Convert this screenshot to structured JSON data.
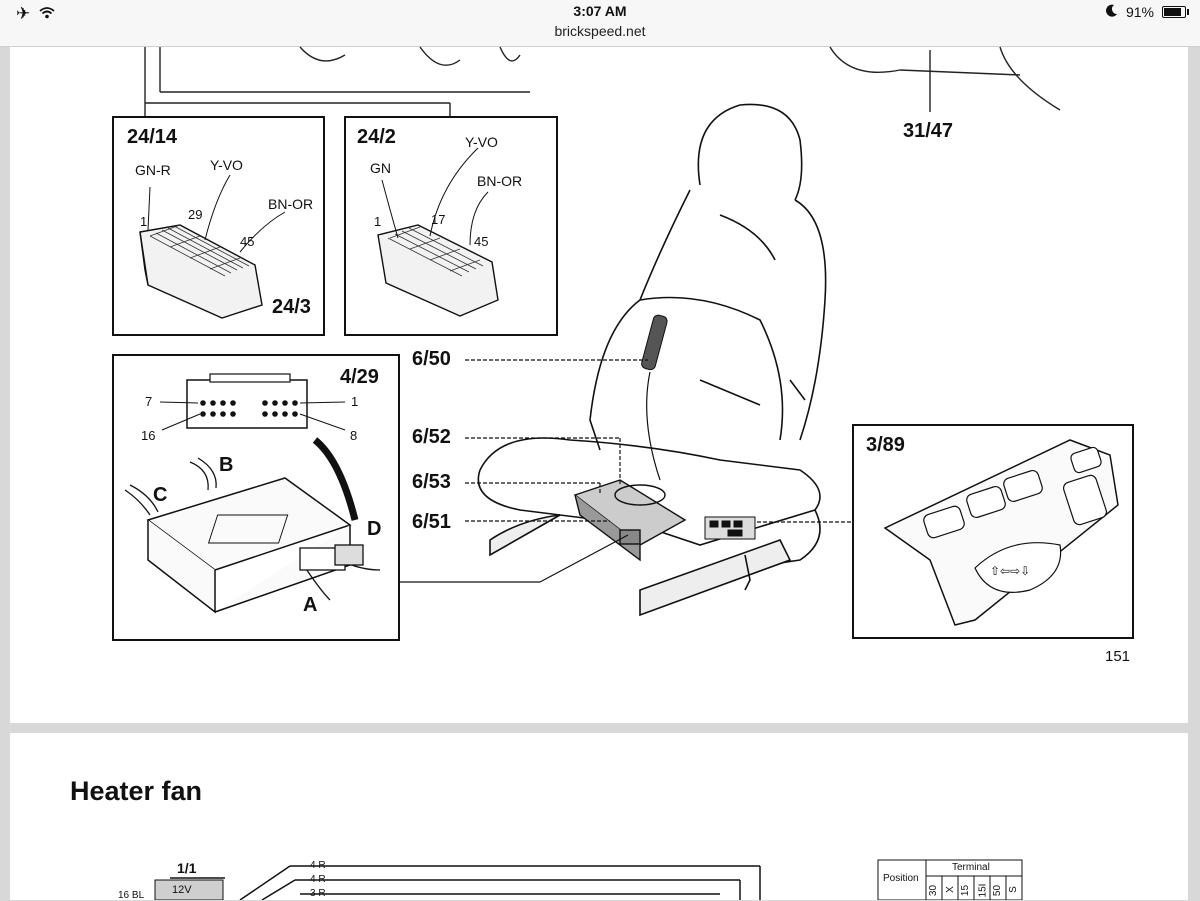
{
  "status_bar": {
    "time": "3:07 AM",
    "url": "brickspeed.net",
    "battery": "91%",
    "battery_level": 0.91,
    "icons": [
      "airplane-icon",
      "wifi-icon",
      "moon-icon",
      "battery-icon"
    ]
  },
  "page1": {
    "connector_24_14": {
      "title": "24/14",
      "wire_left": "GN-R",
      "wire_mid": "Y-VO",
      "wire_right": "BN-OR",
      "pin_first": "1",
      "pin_mid": "29",
      "pin_last": "45",
      "sub_label": "24/3"
    },
    "connector_24_2": {
      "title": "24/2",
      "wire_left": "GN",
      "wire_mid": "Y-VO",
      "wire_right": "BN-OR",
      "pin_first": "1",
      "pin_mid": "17",
      "pin_last": "45"
    },
    "module_4_29": {
      "title": "4/29",
      "pin_7": "7",
      "pin_1": "1",
      "pin_16": "16",
      "pin_8": "8",
      "plug_a": "A",
      "plug_b": "B",
      "plug_c": "C",
      "plug_d": "D"
    },
    "callouts": {
      "c_31_47": "31/47",
      "c_6_50": "6/50",
      "c_6_52": "6/52",
      "c_6_53": "6/53",
      "c_6_51": "6/51"
    },
    "switch_3_89": {
      "title": "3/89"
    },
    "page_number": "151"
  },
  "page2": {
    "heading": "Heater fan",
    "label_1_1": "1/1",
    "wire_1": "4 R",
    "wire_2": "4 R",
    "wire_3": "3 R",
    "left_wire": "16 BL",
    "battery_label": "12V",
    "table": {
      "position_header": "Position",
      "terminal_header": "Terminal",
      "terminals": [
        "30",
        "X",
        "15",
        "15I",
        "50",
        "S"
      ]
    }
  }
}
